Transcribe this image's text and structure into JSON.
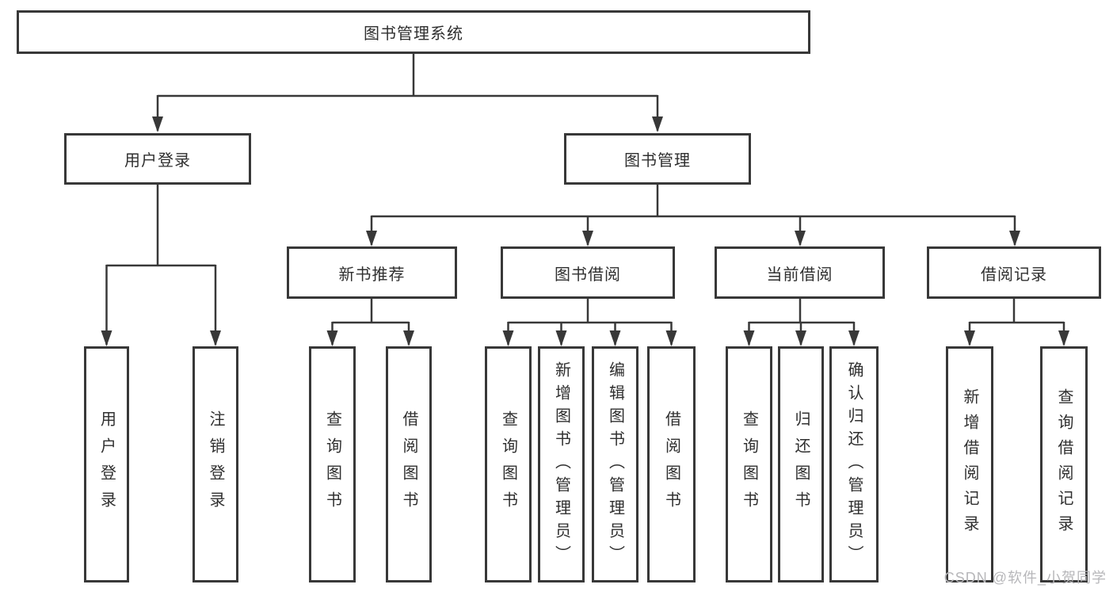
{
  "diagram": {
    "root": {
      "label": "图书管理系统"
    },
    "branches": [
      {
        "label": "用户登录",
        "children": [
          {
            "label": "用户登录"
          },
          {
            "label": "注销登录"
          }
        ]
      },
      {
        "label": "图书管理",
        "children": [
          {
            "label": "新书推荐",
            "children": [
              {
                "label": "查询图书"
              },
              {
                "label": "借阅图书"
              }
            ]
          },
          {
            "label": "图书借阅",
            "children": [
              {
                "label": "查询图书"
              },
              {
                "label": "新增图书（管理员）"
              },
              {
                "label": "编辑图书（管理员）"
              },
              {
                "label": "借阅图书"
              }
            ]
          },
          {
            "label": "当前借阅",
            "children": [
              {
                "label": "查询图书"
              },
              {
                "label": "归还图书"
              },
              {
                "label": "确认归还（管理员）"
              }
            ]
          },
          {
            "label": "借阅记录",
            "children": [
              {
                "label": "新增借阅记录"
              },
              {
                "label": "查询借阅记录"
              }
            ]
          }
        ]
      }
    ]
  },
  "watermark": {
    "text": "CSDN @软件_小贺同学"
  },
  "colors": {
    "line": "#383838",
    "box_border": "#383838",
    "text": "#2f2f2f",
    "watermark": "#b7b7ba",
    "background": "#ffffff"
  }
}
